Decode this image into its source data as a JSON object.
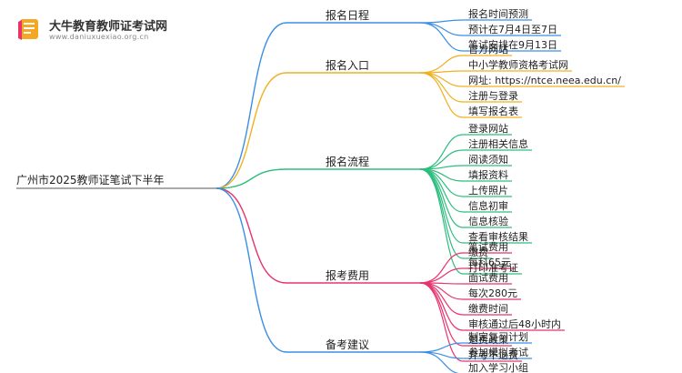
{
  "watermark": {
    "brand": "大牛教育教师证考试网",
    "domain": "www.daniuxuexiao.org.cn"
  },
  "root": "广州市2025教师证笔试下半年",
  "branches": [
    {
      "label": "报名日程",
      "color": "#3b8ee6",
      "leaves": [
        "报名时间预测",
        "预计在7月4日至7日",
        "笔试安排在9月13日"
      ]
    },
    {
      "label": "报名入口",
      "color": "#f2b01e",
      "leaves": [
        "官方网站",
        "中小学教师资格考试网",
        "网址: https://ntce.neea.edu.cn/",
        "注册与登录",
        "填写报名表"
      ]
    },
    {
      "label": "报名流程",
      "color": "#2dbd7e",
      "leaves": [
        "登录网站",
        "注册相关信息",
        "阅读须知",
        "填报资料",
        "上传照片",
        "信息初审",
        "信息核验",
        "查看审核结果",
        "缴费",
        "打印准考证"
      ]
    },
    {
      "label": "报考费用",
      "color": "#e8336d",
      "leaves": [
        "笔试费用",
        "每科65元",
        "面试费用",
        "每次280元",
        "缴费时间",
        "审核通过后48小时内",
        "退费政策",
        "弃考不退费"
      ]
    },
    {
      "label": "备考建议",
      "color": "#3b8ee6",
      "leaves": [
        "制定复习计划",
        "参加模拟考试",
        "加入学习小组"
      ]
    }
  ]
}
